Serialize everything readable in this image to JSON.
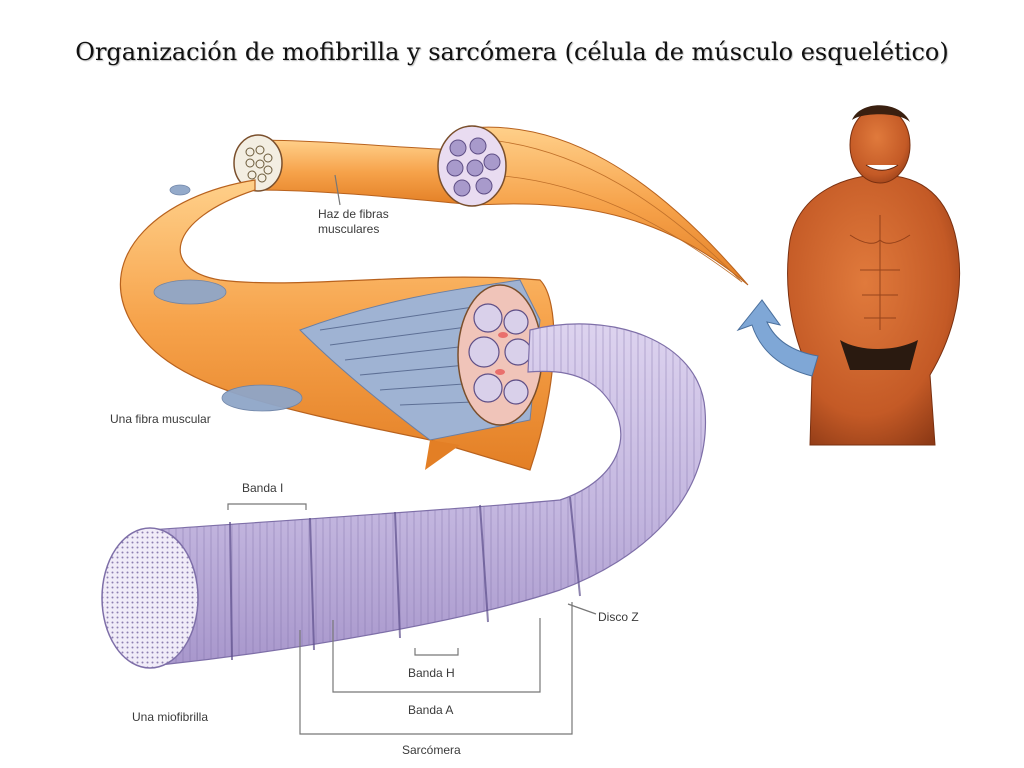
{
  "title": "Organización de mofibrilla y sarcómera (célula de músculo esquelético)",
  "labels": {
    "bundle": "Haz de fibras\nmusculares",
    "fiber": "Una fibra muscular",
    "band_i": "Banda I",
    "disc_z": "Disco Z",
    "band_h": "Banda H",
    "band_a": "Banda A",
    "myofibril": "Una miofibrilla",
    "sarcomere": "Sarcómera"
  },
  "colors": {
    "fiber_orange": "#f6a24a",
    "fiber_light": "#ffd08a",
    "myofibril_lavender": "#c3b6df",
    "nucleus_blue": "#8fa6c8",
    "skin": "#c9612c",
    "arrow_blue": "#7fa7d6"
  },
  "icons": {
    "arrow": "curved-arrow-icon",
    "figure": "bodybuilder-figure"
  }
}
